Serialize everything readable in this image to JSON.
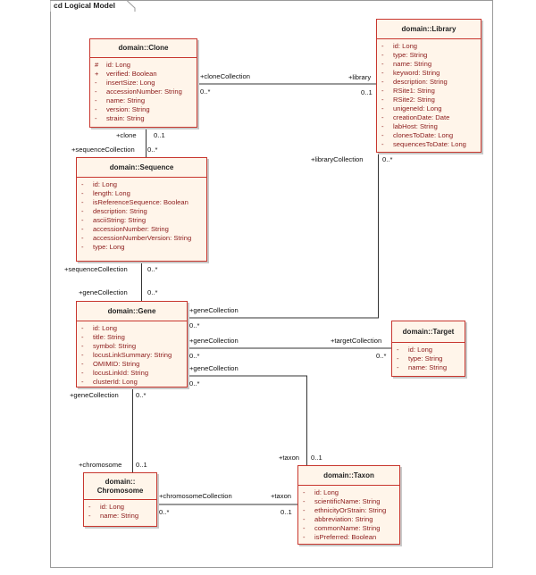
{
  "diagram": {
    "title": "cd Logical Model"
  },
  "classes": {
    "clone": {
      "name": "domain::Clone",
      "attributes": [
        {
          "vis": "#",
          "text": "id:  Long"
        },
        {
          "vis": "+",
          "text": "verified:  Boolean"
        },
        {
          "vis": "-",
          "text": "insertSize:  Long"
        },
        {
          "vis": "-",
          "text": "accessionNumber:  String"
        },
        {
          "vis": "-",
          "text": "name:  String"
        },
        {
          "vis": "-",
          "text": "version:  String"
        },
        {
          "vis": "-",
          "text": "strain:  String"
        }
      ]
    },
    "library": {
      "name": "domain::Library",
      "attributes": [
        {
          "vis": "-",
          "text": "id:  Long"
        },
        {
          "vis": "-",
          "text": "type:  String"
        },
        {
          "vis": "-",
          "text": "name:  String"
        },
        {
          "vis": "-",
          "text": "keyword:  String"
        },
        {
          "vis": "-",
          "text": "description:  String"
        },
        {
          "vis": "-",
          "text": "RSite1:  String"
        },
        {
          "vis": "-",
          "text": "RSite2:  String"
        },
        {
          "vis": "-",
          "text": "unigeneId:  Long"
        },
        {
          "vis": "-",
          "text": "creationDate:  Date"
        },
        {
          "vis": "-",
          "text": "labHost:  String"
        },
        {
          "vis": "-",
          "text": "clonesToDate:  Long"
        },
        {
          "vis": "-",
          "text": "sequencesToDate:  Long"
        }
      ]
    },
    "sequence": {
      "name": "domain::Sequence",
      "attributes": [
        {
          "vis": "-",
          "text": "id:  Long"
        },
        {
          "vis": "-",
          "text": "length:  Long"
        },
        {
          "vis": "-",
          "text": "isReferenceSequence:  Boolean"
        },
        {
          "vis": "-",
          "text": "description:  String"
        },
        {
          "vis": "-",
          "text": "asciiString:  String"
        },
        {
          "vis": "-",
          "text": "accessionNumber:  String"
        },
        {
          "vis": "-",
          "text": "accessionNumberVersion:  String"
        },
        {
          "vis": "-",
          "text": "type:  Long"
        }
      ]
    },
    "gene": {
      "name": "domain::Gene",
      "attributes": [
        {
          "vis": "-",
          "text": "id:  Long"
        },
        {
          "vis": "-",
          "text": "title:  String"
        },
        {
          "vis": "-",
          "text": "symbol:  String"
        },
        {
          "vis": "-",
          "text": "locusLinkSummary:  String"
        },
        {
          "vis": "-",
          "text": "OMIMID:  String"
        },
        {
          "vis": "-",
          "text": "locusLinkId:  String"
        },
        {
          "vis": "-",
          "text": "clusterId:  Long"
        }
      ]
    },
    "target": {
      "name": "domain::Target",
      "attributes": [
        {
          "vis": "-",
          "text": "id:  Long"
        },
        {
          "vis": "-",
          "text": "type:  String"
        },
        {
          "vis": "-",
          "text": "name:  String"
        }
      ]
    },
    "chromosome": {
      "name_line1": "domain::",
      "name_line2": "Chromosome",
      "attributes": [
        {
          "vis": "-",
          "text": "id:  Long"
        },
        {
          "vis": "-",
          "text": "name:  String"
        }
      ]
    },
    "taxon": {
      "name": "domain::Taxon",
      "attributes": [
        {
          "vis": "-",
          "text": "id:  Long"
        },
        {
          "vis": "-",
          "text": "scientificName:  String"
        },
        {
          "vis": "-",
          "text": "ethnicityOrStrain:  String"
        },
        {
          "vis": "-",
          "text": "abbreviation:  String"
        },
        {
          "vis": "-",
          "text": "commonName:  String"
        },
        {
          "vis": "-",
          "text": "isPreferred:  Boolean"
        }
      ]
    }
  },
  "labels": {
    "clone_library_role": "+cloneCollection",
    "clone_library_mult_a": "0..*",
    "library_role": "+library",
    "library_mult": "0..1",
    "clone_role": "+clone",
    "clone_mult": "0..1",
    "seq_clone_role": "+sequenceCollection",
    "seq_clone_mult": "0..*",
    "library_gene_role": "+libraryCollection",
    "library_gene_mult": "0..*",
    "seq_gene_role": "+sequenceCollection",
    "seq_gene_mult": "0..*",
    "gene_seq_role": "+geneCollection",
    "gene_seq_mult": "0..*",
    "gene_library_role": "+geneCollection",
    "gene_library_mult": "0..*",
    "gene_target_role": "+geneCollection",
    "gene_target_mult": "0..*",
    "target_role": "+targetCollection",
    "target_mult": "0..*",
    "gene_taxon_role": "+geneCollection",
    "gene_taxon_mult": "0..*",
    "gene_chrom_role": "+geneCollection",
    "gene_chrom_mult": "0..*",
    "chromosome_role": "+chromosome",
    "chromosome_mult": "0..1",
    "taxon_gene_role": "+taxon",
    "taxon_gene_mult": "0..1",
    "chrom_taxon_role": "+chromosomeCollection",
    "chrom_taxon_mult": "0..*",
    "taxon_chrom_role": "+taxon",
    "taxon_chrom_mult": "0..1"
  }
}
